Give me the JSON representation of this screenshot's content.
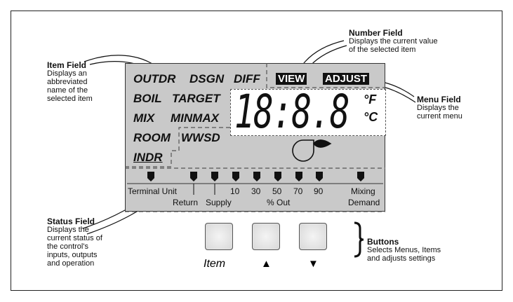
{
  "callouts": {
    "item_field": {
      "title": "Item Field",
      "desc": [
        "Displays an",
        "abbreviated",
        "name of the",
        "selected item"
      ]
    },
    "number_field": {
      "title": "Number Field",
      "desc": [
        "Displays the current value",
        "of the selected item"
      ]
    },
    "menu_field": {
      "title": "Menu Field",
      "desc": [
        "Displays the",
        "current menu"
      ]
    },
    "status_field": {
      "title": "Status Field",
      "desc": [
        "Displays the",
        "current status of",
        "the control's",
        "inputs, outputs",
        "and operation"
      ]
    },
    "buttons": {
      "title": "Buttons",
      "desc": [
        "Selects Menus, Items",
        "and adjusts settings"
      ]
    }
  },
  "lcd": {
    "items": [
      "OUTDR",
      "DSGN",
      "DIFF",
      "BOIL",
      "TARGET",
      "MIX",
      "MINMAX",
      "ROOM",
      "WWSD",
      "INDR"
    ],
    "menus": [
      "VIEW",
      "ADJUST"
    ],
    "number": "18:8.8",
    "units": [
      "°F",
      "°C"
    ],
    "status": {
      "terminal": "Terminal Unit",
      "return": "Return",
      "supply": "Supply",
      "pct": [
        "10",
        "30",
        "50",
        "70",
        "90"
      ],
      "pct_label": "% Out",
      "mixing": "Mixing",
      "demand": "Demand"
    }
  },
  "buttons": {
    "item": "Item",
    "up": "▲",
    "down": "▼"
  }
}
